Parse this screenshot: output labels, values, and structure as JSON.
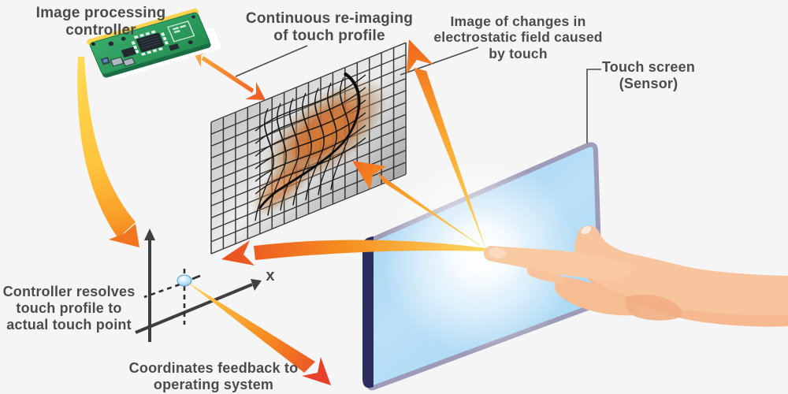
{
  "labels": {
    "controller": "Image processing\ncontroller",
    "reimaging": "Continuous re-imaging\nof touch profile",
    "electrostatic": "Image of changes in\nelectrostatic field caused\nby touch",
    "touchscreen": "Touch screen\n(Sensor)",
    "resolves": "Controller resolves\ntouch profile to\nactual touch point",
    "feedback": "Coordinates feedback to\noperating system",
    "x_axis": "x"
  },
  "colors": {
    "background": "#f5f5f6",
    "text": "#4b4b4b",
    "arrow_yellow": "#FFD24D",
    "arrow_orange": "#F68B1F",
    "arrow_red": "#E8452C",
    "pcb_green": "#2FA05F",
    "pcb_edge_yellow": "#FFD24D",
    "mesh_gray": "#bdbdbd",
    "mesh_bump_orange": "#C96F2E",
    "screen_blue": "#A9D7F3",
    "screen_edge_navy": "#2B2E5C",
    "screen_border_purple": "#9D9BB7",
    "hand_skin": "#F8C49E",
    "axis_dark": "#3F3F3F",
    "touch_point_blue": "#BDE4F9"
  },
  "illustrations": {
    "circuit_board": "isometric-pcb-icon",
    "touch_profile_mesh": "distorted-grid-icon",
    "touch_screen": "glass-panel-icon",
    "hand": "pointing-hand-icon",
    "axes": "xy-axes-icon"
  }
}
